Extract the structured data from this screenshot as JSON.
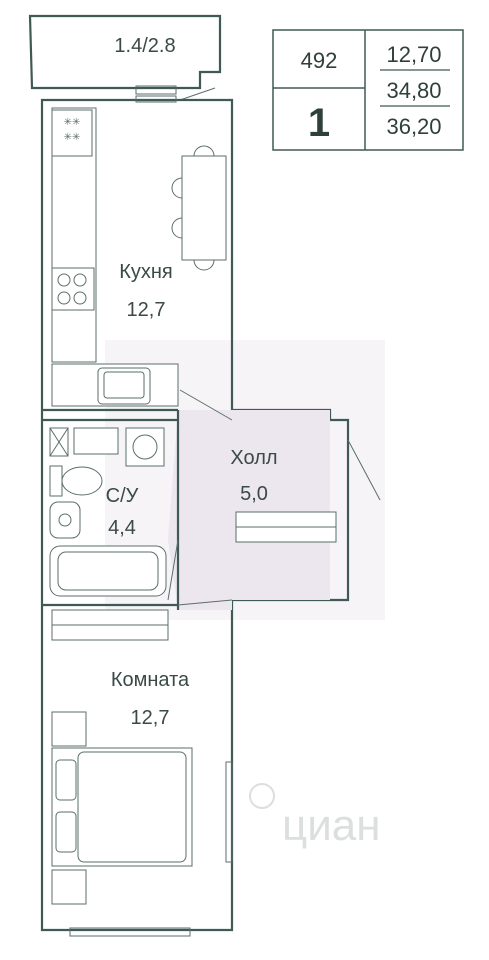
{
  "info_box": {
    "apartment_number": "492",
    "rooms_count": "1",
    "area_living": "12,70",
    "area_total": "34,80",
    "area_with_balcony": "36,20"
  },
  "rooms": {
    "balcony": {
      "area": "1.4/2.8"
    },
    "kitchen": {
      "name": "Кухня",
      "area": "12,7"
    },
    "hall": {
      "name": "Холл",
      "area": "5,0"
    },
    "bathroom": {
      "name": "С/У",
      "area": "4,4"
    },
    "bedroom": {
      "name": "Комната",
      "area": "12,7"
    }
  },
  "watermark": {
    "text": "циан",
    "icon": "cian-logo-icon"
  },
  "colors": {
    "wall": "#3f5a55",
    "floor": "#f0eef2",
    "hall_floor": "#ece6ee",
    "accent": "#3a4a46"
  }
}
